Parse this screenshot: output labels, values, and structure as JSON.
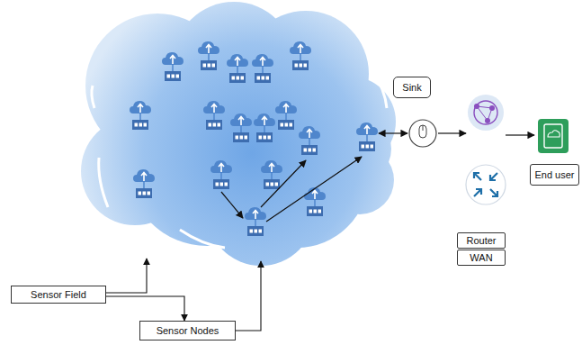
{
  "diagram": {
    "nodes": [
      {
        "text": [
          "Sink"
        ]
      },
      {
        "text": [
          "Router"
        ]
      },
      {
        "text": [
          "WAN"
        ]
      },
      {
        "text": [
          "End user"
        ]
      },
      {
        "text": [
          "Sensor Field"
        ]
      },
      {
        "text": [
          "Sensor Nodes"
        ]
      }
    ],
    "edges": [
      {
        "from": 4,
        "to": 5,
        "arrow": "to"
      }
    ]
  }
}
